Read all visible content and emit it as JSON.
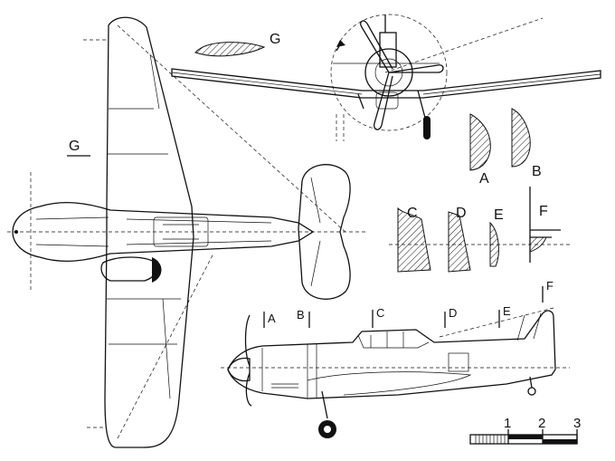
{
  "section_labels": {
    "g_top": "G",
    "g_side": "G",
    "a": "A",
    "b": "B",
    "c": "C",
    "d": "D",
    "e": "E",
    "f": "F"
  },
  "station_labels": {
    "a": "A",
    "b": "B",
    "c": "C",
    "d": "D",
    "e": "E",
    "f": "F"
  },
  "scale_bar": {
    "labels": [
      "1",
      "2",
      "3"
    ]
  }
}
